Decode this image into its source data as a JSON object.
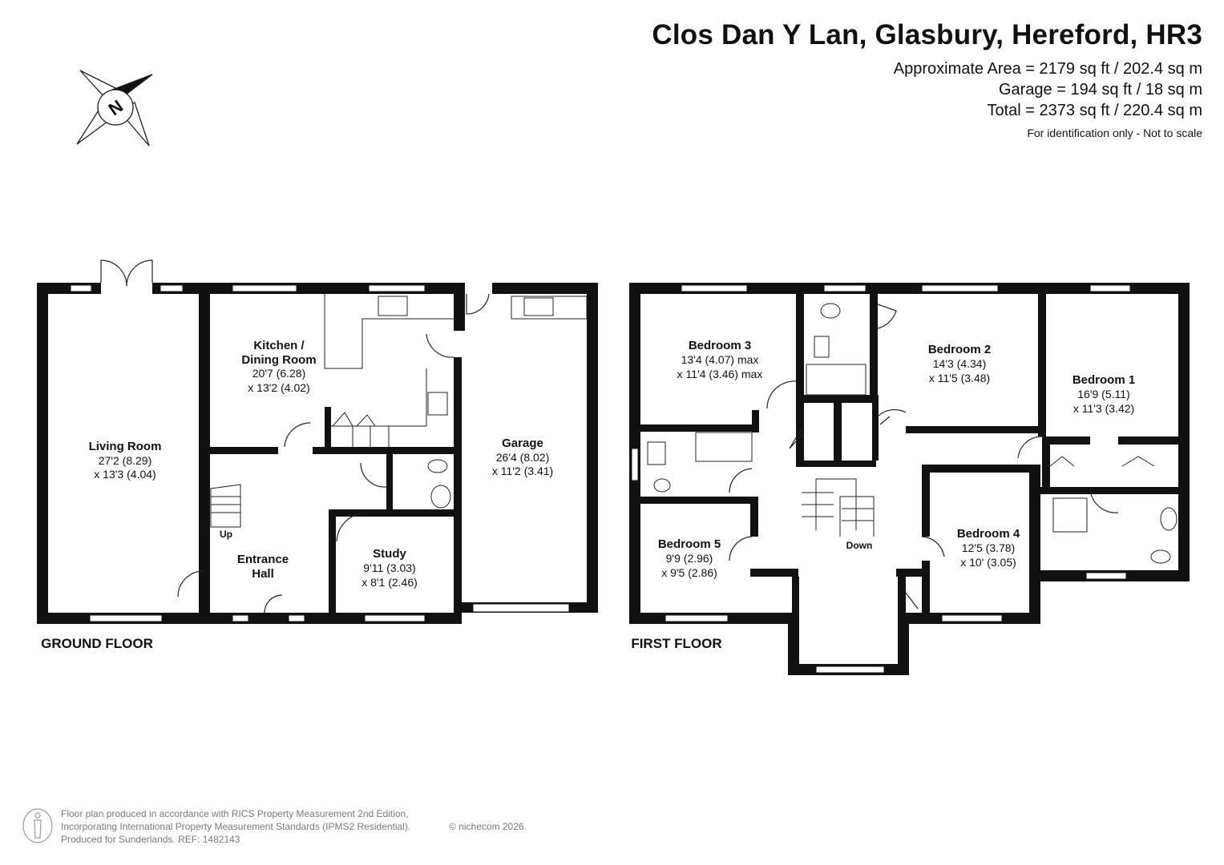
{
  "header": {
    "title": "Clos Dan Y Lan, Glasbury, Hereford, HR3",
    "area_approx": "Approximate Area = 2179 sq ft / 202.4 sq m",
    "area_garage": "Garage = 194 sq ft / 18 sq m",
    "area_total": "Total = 2373 sq ft / 220.4 sq m",
    "disclaimer": "For identification only - Not to scale"
  },
  "compass": {
    "label": "N",
    "icon": "compass-rose-icon"
  },
  "floors": {
    "ground": {
      "label": "GROUND FLOOR",
      "stairs_label": "Up",
      "rooms": {
        "living": {
          "name": "Living Room",
          "dim1": "27'2 (8.29)",
          "dim2": "x 13'3 (4.04)"
        },
        "kitchen": {
          "name1": "Kitchen /",
          "name2": "Dining Room",
          "dim1": "20'7 (6.28)",
          "dim2": "x 13'2 (4.02)"
        },
        "hall": {
          "name1": "Entrance",
          "name2": "Hall"
        },
        "study": {
          "name": "Study",
          "dim1": "9'11 (3.03)",
          "dim2": "x 8'1 (2.46)"
        },
        "garage": {
          "name": "Garage",
          "dim1": "26'4 (8.02)",
          "dim2": "x 11'2 (3.41)"
        }
      }
    },
    "first": {
      "label": "FIRST FLOOR",
      "stairs_label": "Down",
      "rooms": {
        "bed3": {
          "name": "Bedroom 3",
          "dim1": "13'4 (4.07) max",
          "dim2": "x 11'4 (3.46) max"
        },
        "bed2": {
          "name": "Bedroom 2",
          "dim1": "14'3 (4.34)",
          "dim2": "x 11'5 (3.48)"
        },
        "bed1": {
          "name": "Bedroom 1",
          "dim1": "16'9 (5.11)",
          "dim2": "x 11'3 (3.42)"
        },
        "bed5": {
          "name": "Bedroom 5",
          "dim1": "9'9 (2.96)",
          "dim2": "x 9'5 (2.86)"
        },
        "bed4": {
          "name": "Bedroom 4",
          "dim1": "12'5 (3.78)",
          "dim2": "x 10' (3.05)"
        }
      }
    }
  },
  "footer": {
    "line1": "Floor plan produced in accordance with RICS Property Measurement 2nd Edition,",
    "line2": "Incorporating International Property Measurement Standards (IPMS2 Residential).",
    "line3": "Produced for Sunderlands.   REF: 1482143",
    "copyright": "© nichecom 2026."
  },
  "colors": {
    "wall": "#111111",
    "text": "#111111",
    "footer_text": "#7a7a7a"
  }
}
